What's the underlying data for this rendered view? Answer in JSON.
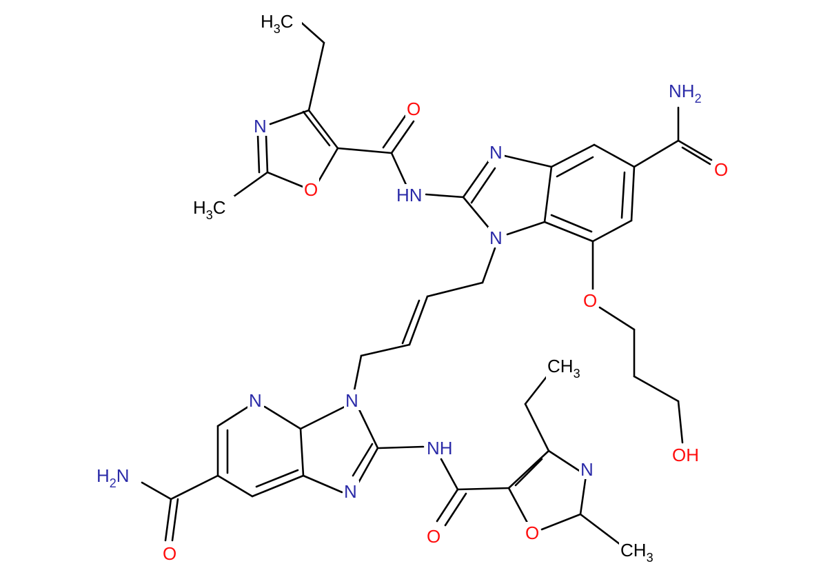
{
  "colors": {
    "bond": "#000000",
    "nitrogen": "#2b2ba8",
    "oxygen": "#ff0d0d",
    "carbon": "#000000",
    "background": "#ffffff"
  },
  "atoms": {
    "ch3_top": {
      "main": "H",
      "sub": "3",
      "tail": "C"
    },
    "n_ox_top": {
      "main": "N"
    },
    "o_ox_top": {
      "main": "O"
    },
    "ch3_ox_top": {
      "main": "H",
      "sub": "3",
      "tail": "C"
    },
    "o_amide_top": {
      "main": "O"
    },
    "hn_top": {
      "main": "HN"
    },
    "n_bzim_top": {
      "main": "N"
    },
    "n1_bzim": {
      "main": "N"
    },
    "nh2_right": {
      "main": "NH",
      "sub": "2"
    },
    "o_carb_right": {
      "main": "O"
    },
    "o_ether": {
      "main": "O"
    },
    "oh": {
      "main": "OH"
    },
    "n_pyr": {
      "main": "N"
    },
    "n3_imid": {
      "main": "N"
    },
    "n_imid_bot": {
      "main": "N"
    },
    "nh_bot": {
      "main": "NH"
    },
    "h2n_left": {
      "main": "H",
      "sub": "2",
      "tail": "N"
    },
    "o_carb_left": {
      "main": "O"
    },
    "o_amide_bot": {
      "main": "O"
    },
    "ch3_bot": {
      "main": "CH",
      "sub": "3"
    },
    "n_ox_bot": {
      "main": "N"
    },
    "o_ox_bot": {
      "main": "O"
    },
    "ch3_ox_bot": {
      "main": "CH",
      "sub": "3"
    }
  }
}
